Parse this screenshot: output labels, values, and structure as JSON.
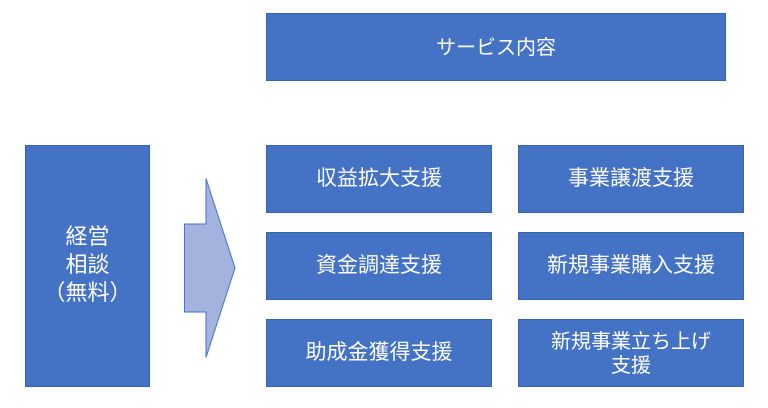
{
  "header": {
    "title": "サービス内容"
  },
  "left_box": {
    "lines": [
      "経営",
      "相談",
      "（無料）"
    ]
  },
  "services": {
    "col1": [
      "収益拡大支援",
      "資金調達支援",
      "助成金獲得支援"
    ],
    "col2": [
      "事業譲渡支援",
      "新規事業購入支援"
    ],
    "col2_multiline": [
      "新規事業立ち上げ",
      "支援"
    ]
  },
  "colors": {
    "box_fill": "#4472c4",
    "arrow_fill": "#a3b3de",
    "arrow_stroke": "#4472c4"
  }
}
